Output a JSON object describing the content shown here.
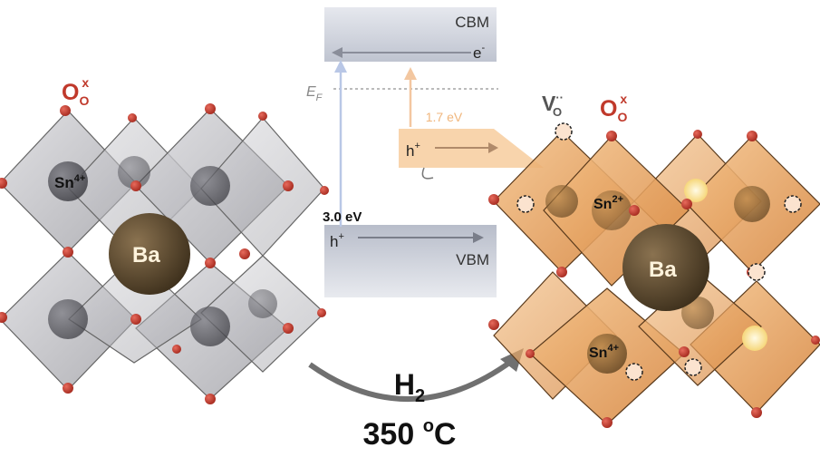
{
  "left_crystal": {
    "oxygen_label": "O",
    "oxygen_sub": "O",
    "oxygen_sup": "x",
    "sn_label": "Sn",
    "sn_charge": "4+",
    "ba_label": "Ba"
  },
  "band_diagram": {
    "cbm_label": "CBM",
    "electron_label": "e",
    "electron_sup": "-",
    "fermi_label": "E",
    "fermi_sub": "F",
    "gap_label": "3.0 eV",
    "defect_gap_label": "1.7 eV",
    "hole_label": "h",
    "hole_sup": "+",
    "vbm_label": "VBM"
  },
  "reaction": {
    "gas_label": "H",
    "gas_sub": "2",
    "temperature_value": "350 ",
    "temperature_unit_sup": "o",
    "temperature_unit": "C"
  },
  "right_crystal": {
    "vacancy_label": "V",
    "vacancy_sup": "··",
    "vacancy_sub": "O",
    "oxygen_label": "O",
    "oxygen_sub": "O",
    "oxygen_sup": "x",
    "sn2_label": "Sn",
    "sn2_charge": "2+",
    "sn4_label": "Sn",
    "sn4_charge": "4+",
    "ba_label": "Ba"
  },
  "colors": {
    "oxygen": "#c0392b",
    "gray_octahedron": "#b9b9bd",
    "orange_octahedron": "#e8a05a",
    "ba_sphere": "#5e4a2e",
    "band": "#c9cdd8",
    "defect_level": "#f6c690"
  }
}
